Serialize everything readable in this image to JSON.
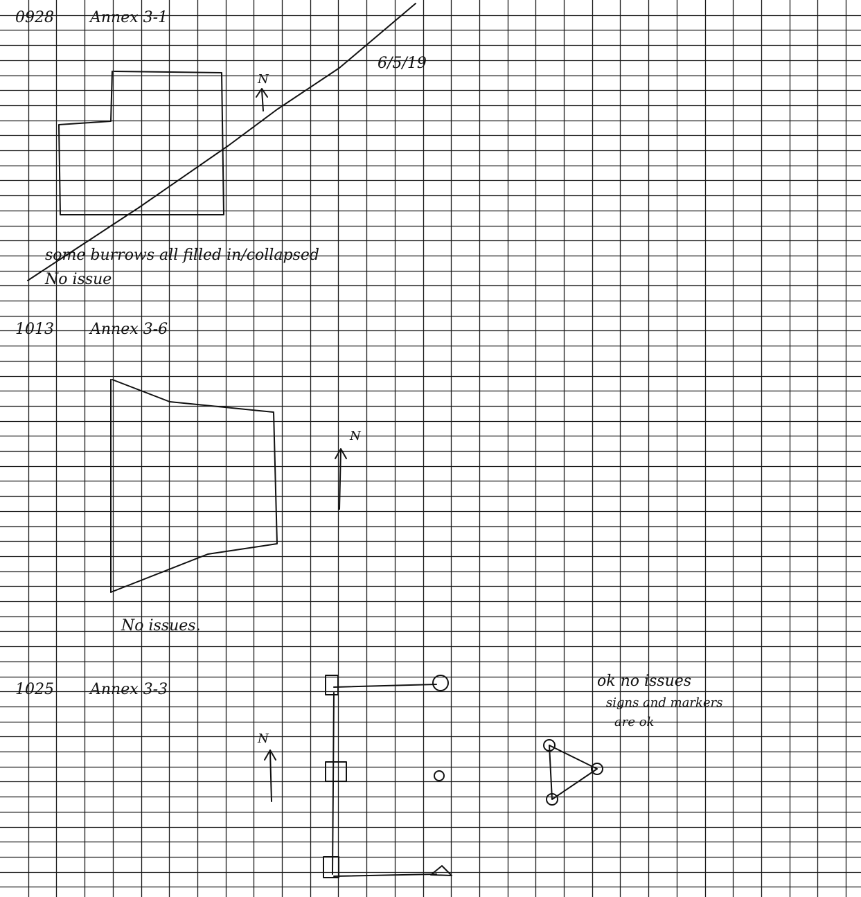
{
  "page": {
    "ink_color": "#111111",
    "grid_color": "#1a1a1a",
    "background": "#ffffff"
  },
  "entries": [
    {
      "time": "0928",
      "title": "Annex 3-1",
      "initials_date": "6/5/19",
      "north_label": "N",
      "note_line1": "some burrows all filled in/collapsed",
      "note_line2": "No issue"
    },
    {
      "time": "1013",
      "title": "Annex 3-6",
      "north_label": "N",
      "note": "No issues."
    },
    {
      "time": "1025",
      "title": "Annex 3-3",
      "north_label": "N",
      "note_line1": "ok no issues",
      "note_line2": "signs and markers",
      "note_line3": "are ok"
    }
  ]
}
